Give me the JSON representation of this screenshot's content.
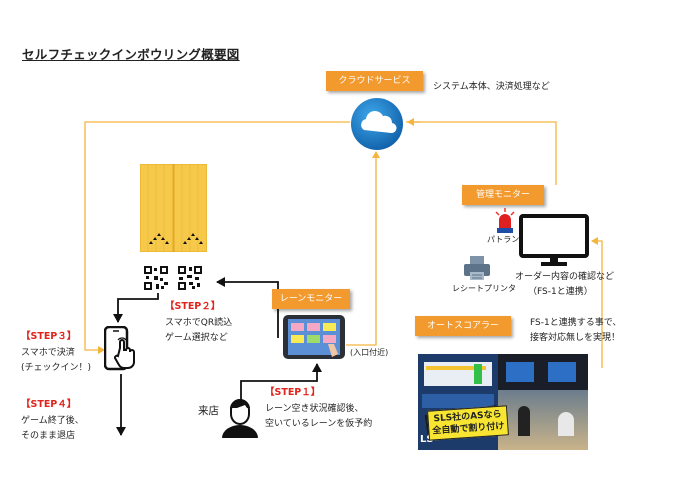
{
  "title": "セルフチェックインボウリング概要図",
  "cloud": {
    "label": "クラウドサービス",
    "desc": "システム本体、決済処理など"
  },
  "manager": {
    "label": "管理モニター",
    "patolamp": "パトランプ",
    "printer": "レシートプリンタ",
    "desc_line1": "オーダー内容の確認など",
    "desc_line2": "（FS-1と連携）"
  },
  "autoscorer": {
    "label": "オートスコアラー",
    "desc_line1": "FS-1と連携する事で、",
    "desc_line2": "接客対応無しを実現！",
    "photo_text1": "SLS社のASなら",
    "photo_text2": "全自動で割り付け",
    "photo_logo": "LS"
  },
  "lane_monitor": {
    "label": "レーンモニター",
    "note": "(入口付近)"
  },
  "visitor": "来店",
  "step1": {
    "title": "【STEP１】",
    "line1": "レーン空き状況確認後、",
    "line2": "空いているレーンを仮予約"
  },
  "step2": {
    "title": "【STEP２】",
    "line1": "スマホでQR読込",
    "line2": "ゲーム選択など"
  },
  "step3": {
    "title": "【STEP３】",
    "line1": "スマホで決済",
    "line2": "(チェックイン！)"
  },
  "step4": {
    "title": "【STEP４】",
    "line1": "ゲーム終了後、",
    "line2": "そのまま退店"
  },
  "colors": {
    "accent": "#f39a2e",
    "step": "#e0241b",
    "line": "#f4b53f",
    "lane": "#f6c94a",
    "cloud": "#1c86d1"
  }
}
